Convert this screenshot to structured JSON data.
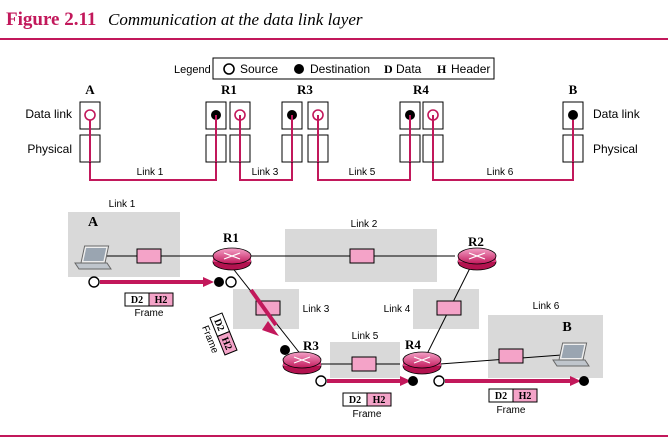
{
  "figure": {
    "number": "Figure 2.11",
    "caption": "Communication at the data link layer",
    "accent_color": "#c2185b"
  },
  "legend": {
    "title": "Legend",
    "source": "Source",
    "destination": "Destination",
    "data_key": "D",
    "data_label": "Data",
    "header_key": "H",
    "header_label": "Header"
  },
  "top": {
    "layer_datalink": "Data link",
    "layer_physical": "Physical",
    "nodes": {
      "A": "A",
      "R1": "R1",
      "R3": "R3",
      "R4": "R4",
      "B": "B"
    },
    "links": {
      "link1": "Link 1",
      "link3": "Link 3",
      "link5": "Link 5",
      "link6": "Link 6"
    }
  },
  "bottom": {
    "nodes": {
      "A": "A",
      "B": "B",
      "R1": "R1",
      "R2": "R2",
      "R3": "R3",
      "R4": "R4"
    },
    "links": {
      "link1": "Link 1",
      "link2": "Link 2",
      "link3": "Link 3",
      "link4": "Link 4",
      "link5": "Link 5",
      "link6": "Link 6"
    },
    "frames": [
      {
        "d": "D2",
        "h": "H2",
        "label": "Frame"
      },
      {
        "d": "D2",
        "h": "H2",
        "label": "Frame"
      },
      {
        "d": "D2",
        "h": "H2",
        "label": "Frame"
      },
      {
        "d": "D2",
        "h": "H2",
        "label": "Frame"
      }
    ]
  },
  "colors": {
    "accent": "#c2185b",
    "pink_fill": "#f4a3c8",
    "router_fill": "#e8709e",
    "link_area": "#d9d9d9",
    "box_border": "#000000"
  }
}
